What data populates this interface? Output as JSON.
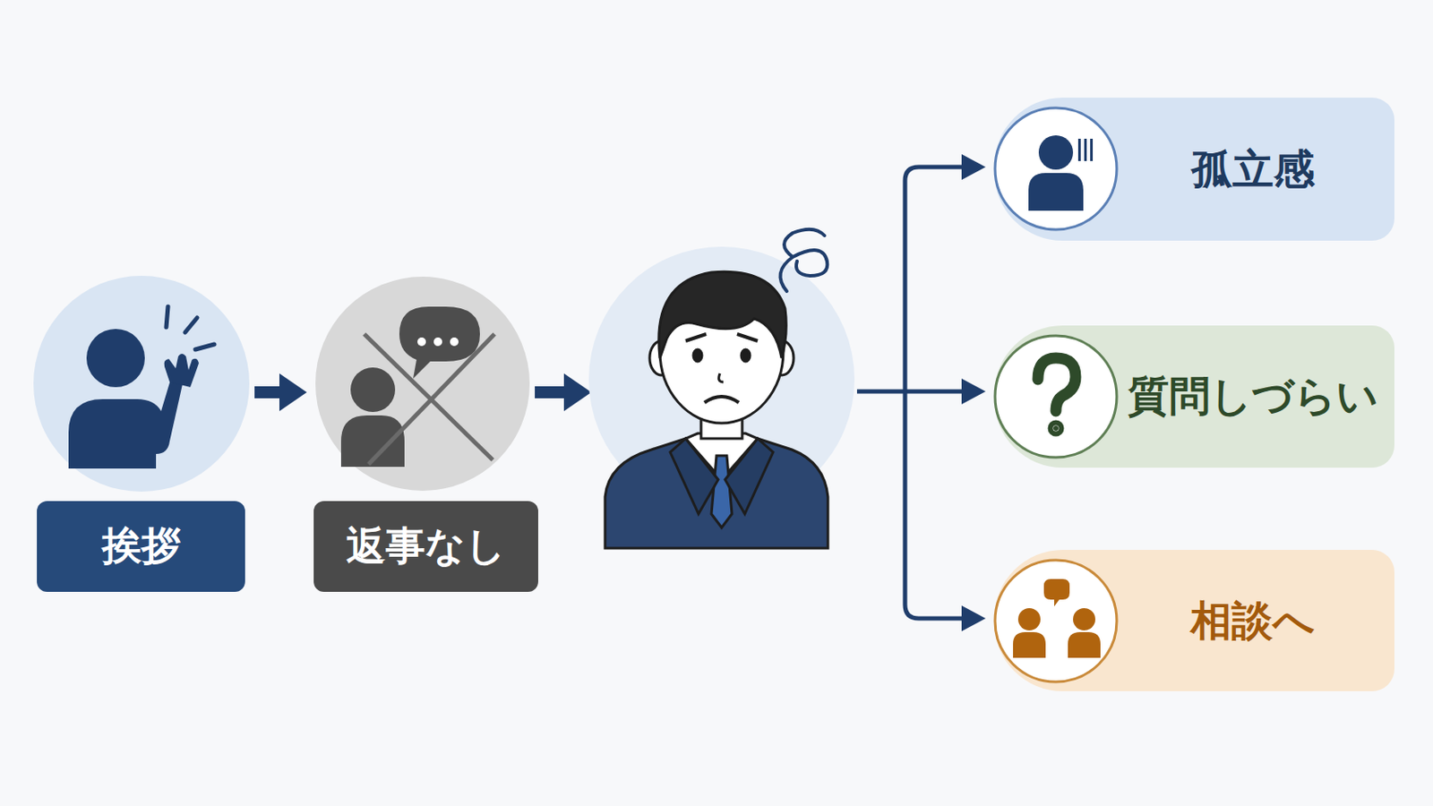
{
  "diagram": {
    "nodes": [
      {
        "text": [
          "挨拶"
        ]
      },
      {
        "text": [
          "返事なし"
        ]
      },
      {
        "text": [
          "孤立感"
        ]
      },
      {
        "text": [
          "質問しづらい"
        ]
      },
      {
        "text": [
          "相談へ"
        ]
      }
    ],
    "edges": [
      {
        "from": 0,
        "to": 1,
        "arrow": "to"
      }
    ]
  }
}
